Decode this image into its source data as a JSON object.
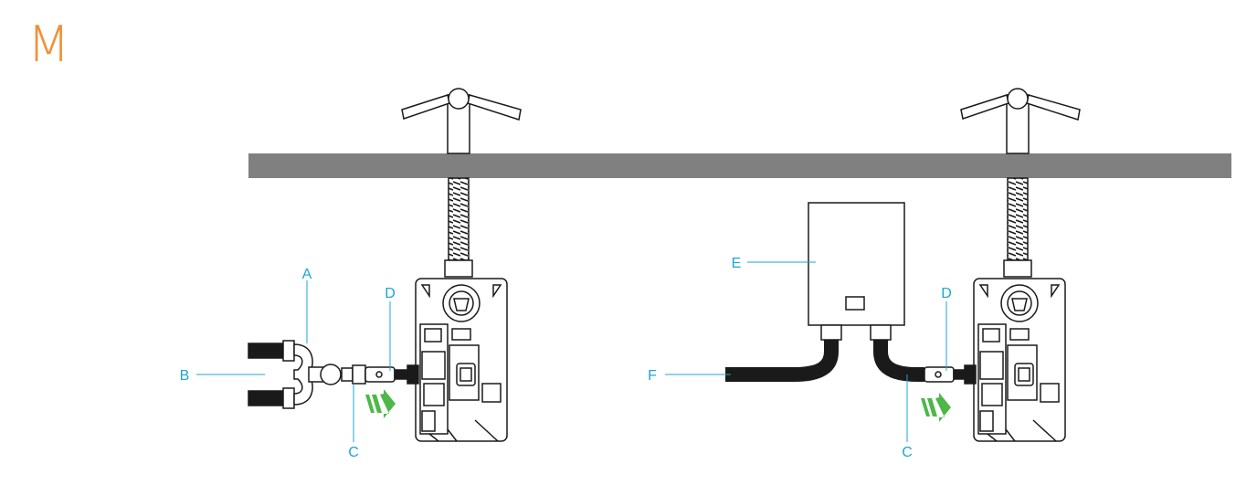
{
  "step_letter": "M",
  "colors": {
    "step_letter": "#F0913A",
    "labels": "#1AA7D3",
    "countertop": "#808080",
    "flow_arrow": "#4DB848",
    "line": "#1a1a1a"
  },
  "labels": {
    "left": {
      "a": "A",
      "b": "B",
      "c": "C",
      "d": "D"
    },
    "right": {
      "c": "C",
      "d": "D",
      "e": "E",
      "f": "F"
    }
  },
  "icons": [
    "faucet-icon",
    "flow-arrow-icon"
  ]
}
